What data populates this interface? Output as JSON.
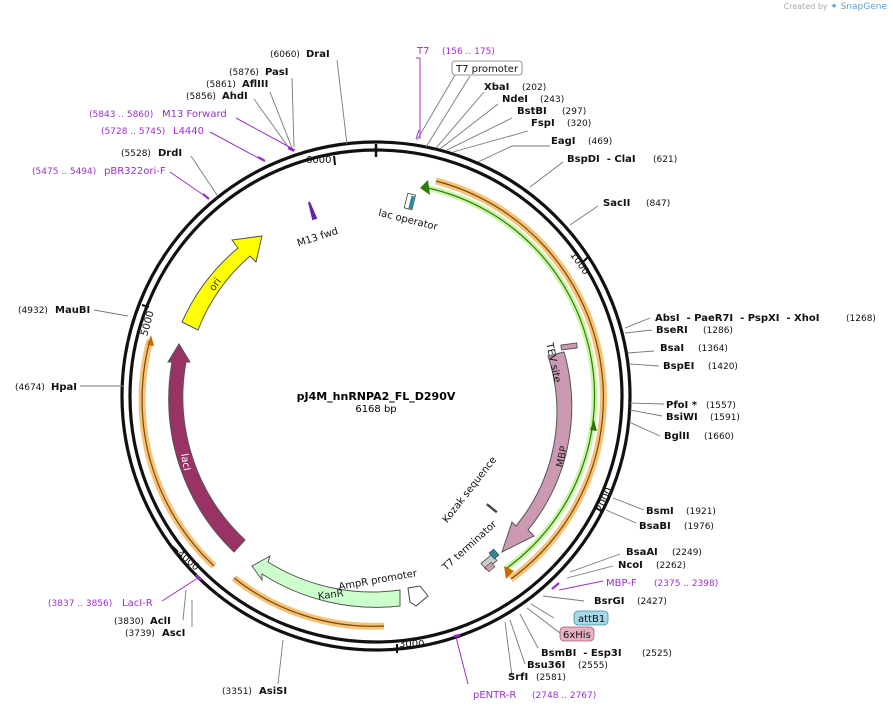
{
  "watermark": {
    "prefix": "Created by",
    "brand": "SnapGene"
  },
  "plasmid": {
    "name": "pJ4M_hnRNPA2_FL_D290V",
    "length_label": "6168 bp",
    "length": 6168
  },
  "colors": {
    "primer": "#9b30c8",
    "enzyme": "#000000",
    "leader": "#777777",
    "backbone": "#111111"
  },
  "tick_labels": [
    "1000",
    "2000",
    "3000",
    "4000",
    "5000",
    "6000"
  ],
  "features": [
    {
      "name": "ori",
      "kind": "arrow",
      "fill": "#ffff00",
      "direction": "ccw-to-top"
    },
    {
      "name": "lacI",
      "kind": "arrow",
      "fill": "#993366"
    },
    {
      "name": "KanR",
      "kind": "arrow",
      "fill": "#ccffcc"
    },
    {
      "name": "AmpR promoter",
      "kind": "arrow",
      "fill": "#ffffff"
    },
    {
      "name": "MBP",
      "kind": "arrow",
      "fill": "#cc99b3"
    },
    {
      "name": "TEV site",
      "kind": "box",
      "fill": "#cc99b3"
    },
    {
      "name": "T7 terminator",
      "kind": "box",
      "fill": "#cccccc"
    },
    {
      "name": "Kozak sequence",
      "kind": "box",
      "fill": "#ffffff"
    },
    {
      "name": "lac operator",
      "kind": "box",
      "fill": "#2a8a9a"
    },
    {
      "name": "M13 fwd",
      "kind": "primer-marker",
      "fill": "#6622aa"
    }
  ],
  "labels": {
    "t7_promoter": "T7 promoter",
    "attB1": "attB1",
    "his6": "6xHis"
  },
  "primers": [
    {
      "name": "T7",
      "range": "(156 .. 175)"
    },
    {
      "name": "M13 Forward",
      "range": "(5843 .. 5860)"
    },
    {
      "name": "L4440",
      "range": "(5728 .. 5745)"
    },
    {
      "name": "pBR322ori-F",
      "range": "(5475 .. 5494)"
    },
    {
      "name": "MBP-F",
      "range": "(2375 .. 2398)"
    },
    {
      "name": "LacI-R",
      "range": "(3837 .. 3856)"
    },
    {
      "name": "pENTR-R",
      "range": "(2748 .. 2767)"
    }
  ],
  "enzymes": [
    {
      "name": "DraI",
      "pos": "(6060)"
    },
    {
      "name": "PasI",
      "pos": "(5876)"
    },
    {
      "name": "AflIII",
      "pos": "(5861)"
    },
    {
      "name": "AhdI",
      "pos": "(5856)"
    },
    {
      "name": "DrdI",
      "pos": "(5528)"
    },
    {
      "name": "XbaI",
      "pos": "(202)"
    },
    {
      "name": "NdeI",
      "pos": "(243)"
    },
    {
      "name": "BstBI",
      "pos": "(297)"
    },
    {
      "name": "FspI",
      "pos": "(320)"
    },
    {
      "name": "EagI",
      "pos": "(469)"
    },
    {
      "name": "BspDI  - ClaI",
      "pos": "(621)"
    },
    {
      "name": "SacII",
      "pos": "(847)"
    },
    {
      "name": "AbsI  - PaeR7I  - PspXI  - XhoI",
      "pos": "(1268)"
    },
    {
      "name": "BseRI",
      "pos": "(1286)"
    },
    {
      "name": "BsaI",
      "pos": "(1364)"
    },
    {
      "name": "BspEI",
      "pos": "(1420)"
    },
    {
      "name": "PfoI *",
      "pos": "(1557)"
    },
    {
      "name": "BsiWI",
      "pos": "(1591)"
    },
    {
      "name": "BglII",
      "pos": "(1660)"
    },
    {
      "name": "BsmI",
      "pos": "(1921)"
    },
    {
      "name": "BsaBI",
      "pos": "(1976)"
    },
    {
      "name": "BsaAI",
      "pos": "(2249)"
    },
    {
      "name": "NcoI",
      "pos": "(2262)"
    },
    {
      "name": "BsrGI",
      "pos": "(2427)"
    },
    {
      "name": "BsmBI  - Esp3I",
      "pos": "(2525)"
    },
    {
      "name": "Bsu36I",
      "pos": "(2555)"
    },
    {
      "name": "SrfI",
      "pos": "(2581)"
    },
    {
      "name": "AsiSI",
      "pos": "(3351)"
    },
    {
      "name": "AclI",
      "pos": "(3830)"
    },
    {
      "name": "AscI",
      "pos": "(3739)"
    },
    {
      "name": "MauBI",
      "pos": "(4932)"
    },
    {
      "name": "HpaI",
      "pos": "(4674)"
    }
  ]
}
